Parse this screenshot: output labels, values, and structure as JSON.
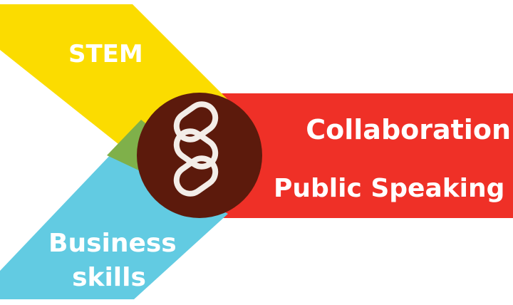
{
  "labels": {
    "stem": "STEM",
    "collaboration": "Collaboration",
    "public_speaking": "Public Speaking",
    "business_line1": "Business",
    "business_line2": "skills"
  },
  "colors": {
    "yellow": "#fbdc00",
    "red": "#ef3027",
    "blue": "#62cbe2",
    "overlap": "#7fb04a",
    "circle": "#5c1a0c",
    "link_icon": "#f3ede8"
  },
  "icon": "chain-link-icon"
}
